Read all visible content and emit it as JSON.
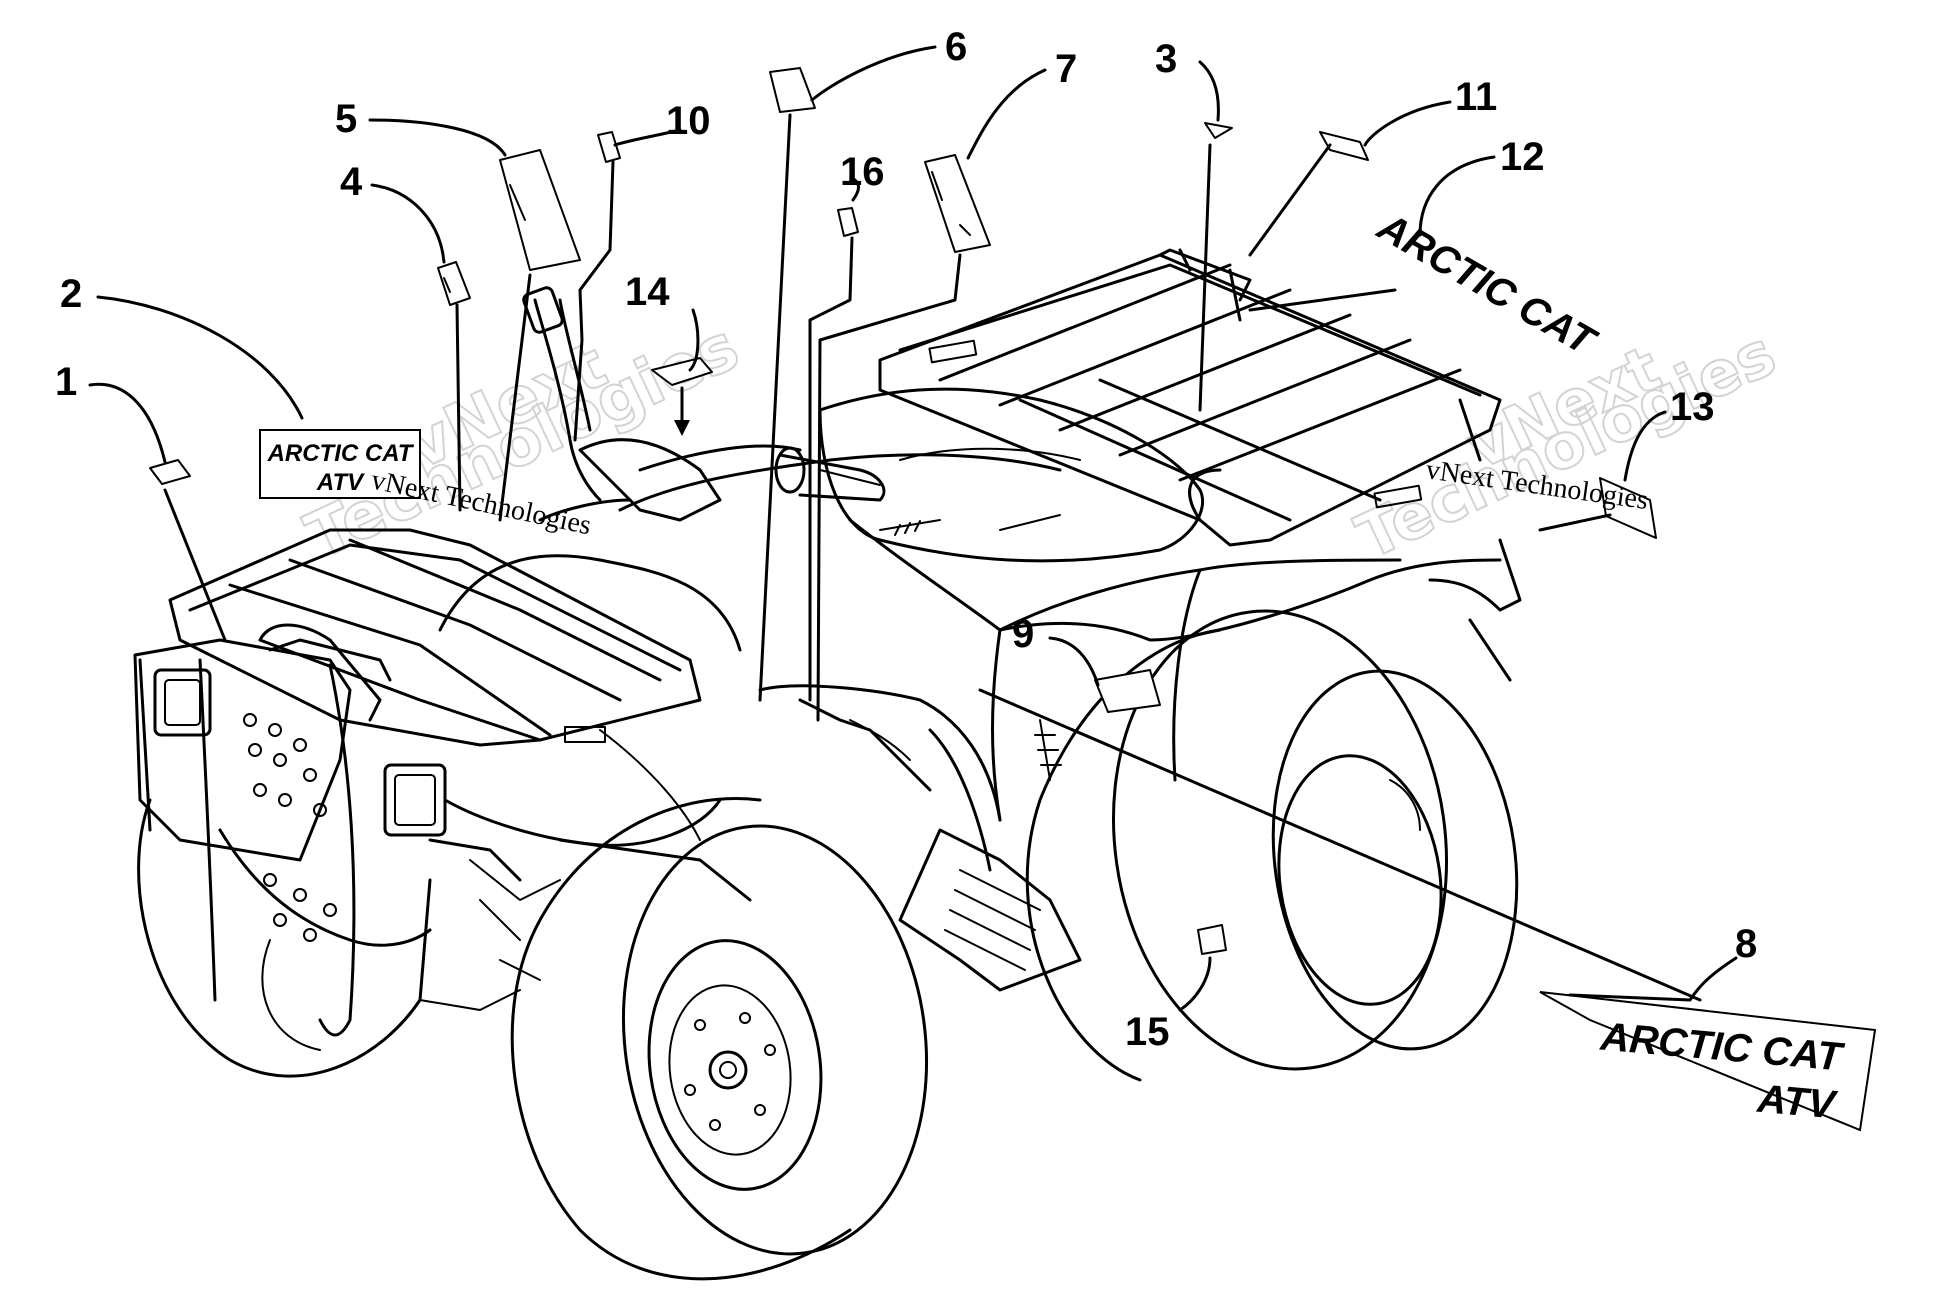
{
  "callouts": [
    "1",
    "2",
    "3",
    "4",
    "5",
    "6",
    "7",
    "8",
    "9",
    "10",
    "11",
    "12",
    "13",
    "14",
    "15",
    "16"
  ],
  "decals": {
    "front_line1": "ARCTIC CAT",
    "front_line2": "ATV",
    "side_line1": "ARCTIC CAT",
    "side_line2": "ATV",
    "rear_text": "ARCTIC CAT"
  },
  "watermarks": {
    "text_small": "vNext Technologies",
    "outline_word1": "vNext",
    "outline_word2": "Technologies"
  }
}
